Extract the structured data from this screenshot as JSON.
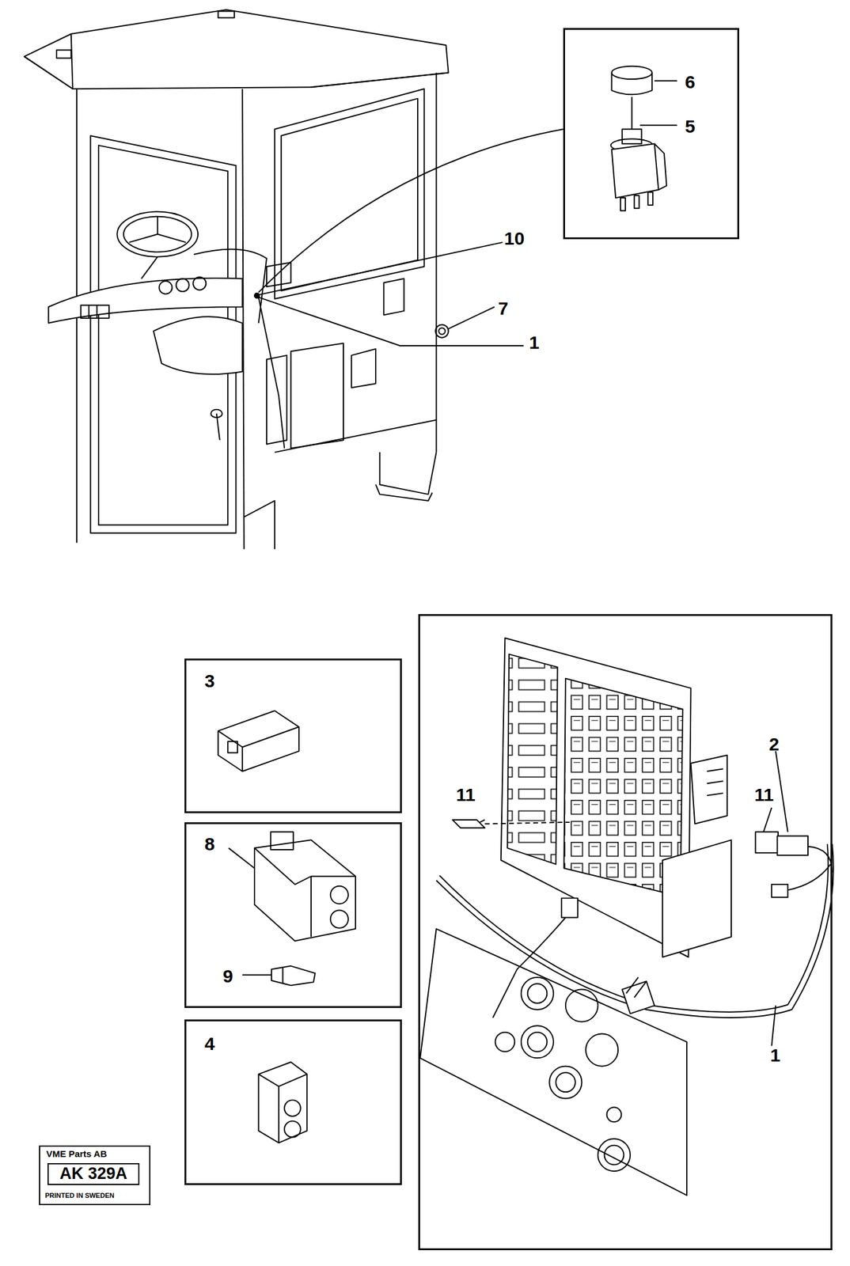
{
  "diagram": {
    "nodes": [
      {
        "text": [
          "6",
          "5"
        ]
      },
      {
        "text": [
          "3"
        ]
      },
      {
        "text": [
          "8",
          "9"
        ]
      },
      {
        "text": [
          "4"
        ]
      },
      {
        "text": [
          "2",
          "11",
          "11",
          "1"
        ]
      },
      {
        "text": [
          "VME Parts AB",
          "AK 329A",
          "PRINTED IN SWEDEN"
        ]
      }
    ],
    "labels": [
      "10",
      "7",
      "1"
    ]
  }
}
